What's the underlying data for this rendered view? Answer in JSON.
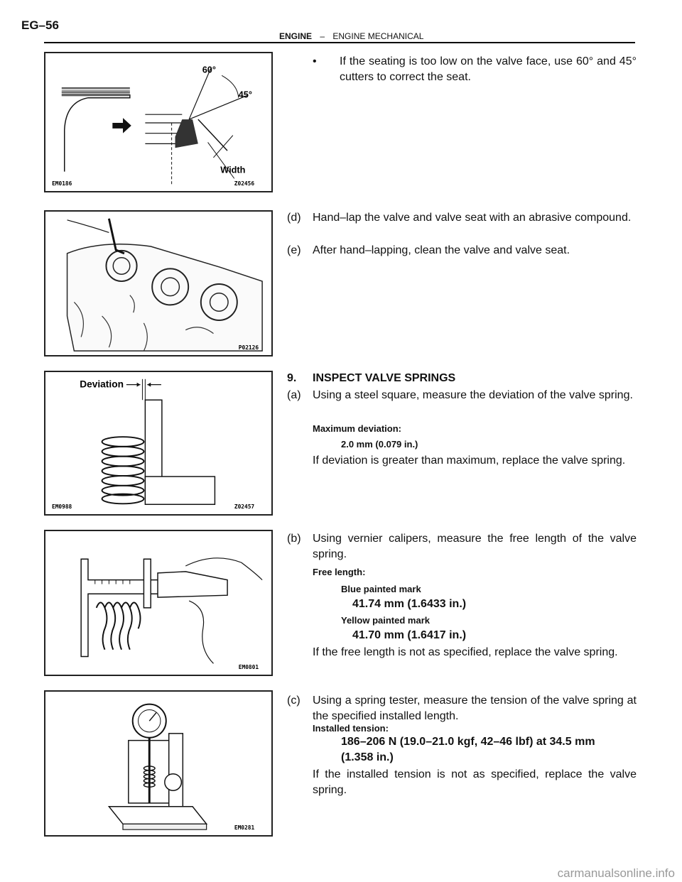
{
  "header": {
    "page_number": "EG–56",
    "section": "ENGINE",
    "separator": "–",
    "subsection": "ENGINE MECHANICAL"
  },
  "figures": [
    {
      "code_left": "EM0186",
      "code_right": "Z02456",
      "labels": [
        "60°",
        "45°",
        "Width"
      ]
    },
    {
      "code_right": "P02126"
    },
    {
      "code_left": "EM0988",
      "code_right": "Z02457",
      "labels": [
        "Deviation"
      ]
    },
    {
      "code_right": "EM0801"
    },
    {
      "code_right": "EM0281"
    }
  ],
  "content": {
    "bullet1": {
      "marker": "•",
      "text": "If the seating is too low on the valve face, use 60° and 45° cutters to correct the seat."
    },
    "step_d": {
      "marker": "(d)",
      "text": "Hand–lap the valve and valve seat with an abrasive compound."
    },
    "step_e": {
      "marker": "(e)",
      "text": "After hand–lapping, clean the valve and valve seat."
    },
    "section9": {
      "marker": "9.",
      "text": "INSPECT VALVE SPRINGS"
    },
    "step_a": {
      "marker": "(a)",
      "text": "Using a steel square, measure the deviation of the valve spring.",
      "spec_label": "Maximum deviation:",
      "spec_value": "2.0 mm (0.079 in.)",
      "note": "If deviation is greater than maximum, replace the valve spring."
    },
    "step_b": {
      "marker": "(b)",
      "text": "Using vernier calipers, measure the free length of the valve spring.",
      "spec_label": "Free length:",
      "sub1": "Blue painted mark",
      "val1": "41.74 mm (1.6433 in.)",
      "sub2": "Yellow painted mark",
      "val2": "41.70 mm (1.6417 in.)",
      "note": "If the free length is not as specified, replace the valve spring."
    },
    "step_c": {
      "marker": "(c)",
      "text": "Using a spring tester, measure the tension of the valve spring at the specified installed length.",
      "spec_label": "Installed tension:",
      "spec_value_line1": "186–206 N (19.0–21.0 kgf, 42–46 lbf) at 34.5 mm",
      "spec_value_line2": "(1.358 in.)",
      "note": "If the installed tension is not as specified, replace the valve spring."
    }
  },
  "footer": {
    "watermark": "carmanualsonline.info"
  }
}
